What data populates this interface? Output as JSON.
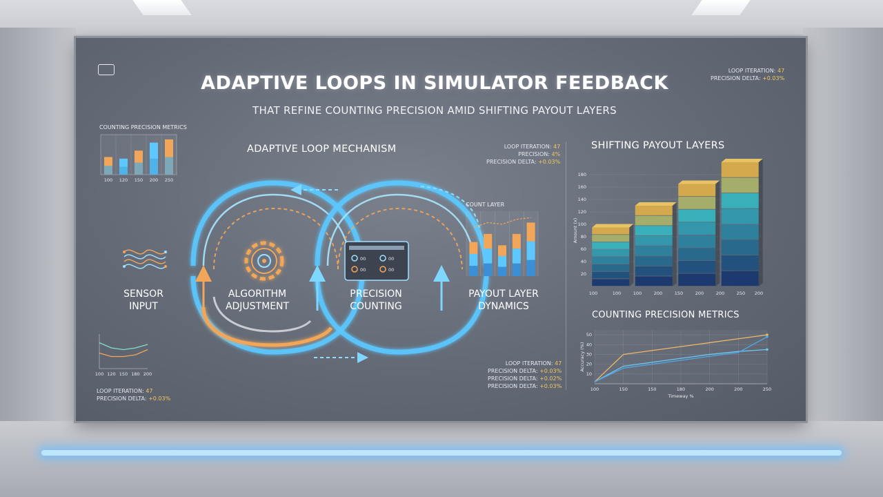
{
  "header": {
    "title": "ADAPTIVE LOOPS IN SIMULATOR FEEDBACK",
    "subtitle": "THAT REFINE COUNTING PRECISION AMID SHIFTING PAYOUT LAYERS"
  },
  "stats_top_right": [
    {
      "label": "LOOP ITERATION:",
      "value": "47"
    },
    {
      "label": "PRECISION DELTA:",
      "value": "+0.03%"
    }
  ],
  "stats_mechanism": [
    {
      "label": "LOOP ITERATION:",
      "value": "47"
    },
    {
      "label": "PRECISION:",
      "value": "4%"
    },
    {
      "label": "PRECISION DELTA:",
      "value": "+0.03%"
    }
  ],
  "stats_bottom_center": [
    {
      "label": "LOOP ITERATION:",
      "value": "47"
    },
    {
      "label": "PRECISION DELTA:",
      "value": "+0.03%"
    },
    {
      "label": "PRECISION DELTA:",
      "value": "+0.02%"
    },
    {
      "label": "PRECISION DELTA:",
      "value": "+0.03%"
    }
  ],
  "stats_bottom_left": [
    {
      "label": "LOOP ITERATION:",
      "value": "47"
    },
    {
      "label": "PRECISION DELTA:",
      "value": "+0.03%"
    }
  ],
  "mechanism": {
    "title": "ADAPTIVE LOOP MECHANISM",
    "nodes": [
      {
        "line1": "SENSOR",
        "line2": "INPUT"
      },
      {
        "line1": "ALGORITHM",
        "line2": "ADJUSTMENT"
      },
      {
        "line1": "PRECISION",
        "line2": "COUNTING"
      },
      {
        "line1": "PAYOUT LAYER",
        "line2": "DYNAMICS"
      }
    ],
    "count_layer_label": "COUNT LAYER",
    "counter_readouts": [
      "00",
      "00",
      "00",
      "00"
    ]
  },
  "colors": {
    "loop_blue": "#5cc8ff",
    "loop_orange": "#f2a65a",
    "accent_yellow": "#f3c560"
  },
  "chart_data": [
    {
      "type": "bar",
      "title": "COUNTING PRECISION METRICS",
      "categories": [
        "100",
        "120",
        "150",
        "200",
        "250"
      ],
      "values": [
        22,
        20,
        30,
        40,
        44
      ],
      "ylim": [
        0,
        50
      ]
    },
    {
      "type": "line",
      "title": "",
      "x": [
        "100",
        "120",
        "150",
        "180",
        "200"
      ],
      "series": [
        {
          "values": [
            30,
            24,
            22,
            24,
            28
          ]
        },
        {
          "values": [
            18,
            14,
            14,
            16,
            22
          ]
        }
      ]
    },
    {
      "type": "bar",
      "title": "COUNT LAYER",
      "values": [
        42,
        52,
        38,
        52,
        66
      ],
      "line_values": [
        60,
        66,
        64,
        70,
        72
      ],
      "ylim": [
        0,
        80
      ]
    },
    {
      "type": "bar",
      "title": "SHIFTING PAYOUT LAYERS",
      "stacked": true,
      "ylabel": "Amount (x)",
      "categories": [
        "100",
        "150",
        "200",
        "250"
      ],
      "yticks": [
        20,
        40,
        60,
        80,
        100,
        120,
        140,
        160,
        180
      ],
      "layers": 8,
      "totals": [
        95,
        130,
        165,
        200
      ],
      "ylim": [
        0,
        180
      ]
    },
    {
      "type": "line",
      "title": "COUNTING PRECISION METRICS",
      "ylabel": "Accuracy (%)",
      "xlabel": "Timeway %",
      "x": [
        "100",
        "150",
        "150",
        "180",
        "200",
        "200",
        "250"
      ],
      "yticks": [
        10,
        20,
        30,
        40,
        50
      ],
      "series": [
        {
          "values": [
            2,
            30,
            34,
            38,
            42,
            46,
            50
          ]
        },
        {
          "values": [
            2,
            18,
            22,
            26,
            30,
            33,
            35
          ]
        },
        {
          "values": [
            2,
            16,
            20,
            24,
            28,
            32,
            48
          ]
        }
      ],
      "ylim": [
        0,
        55
      ]
    }
  ]
}
